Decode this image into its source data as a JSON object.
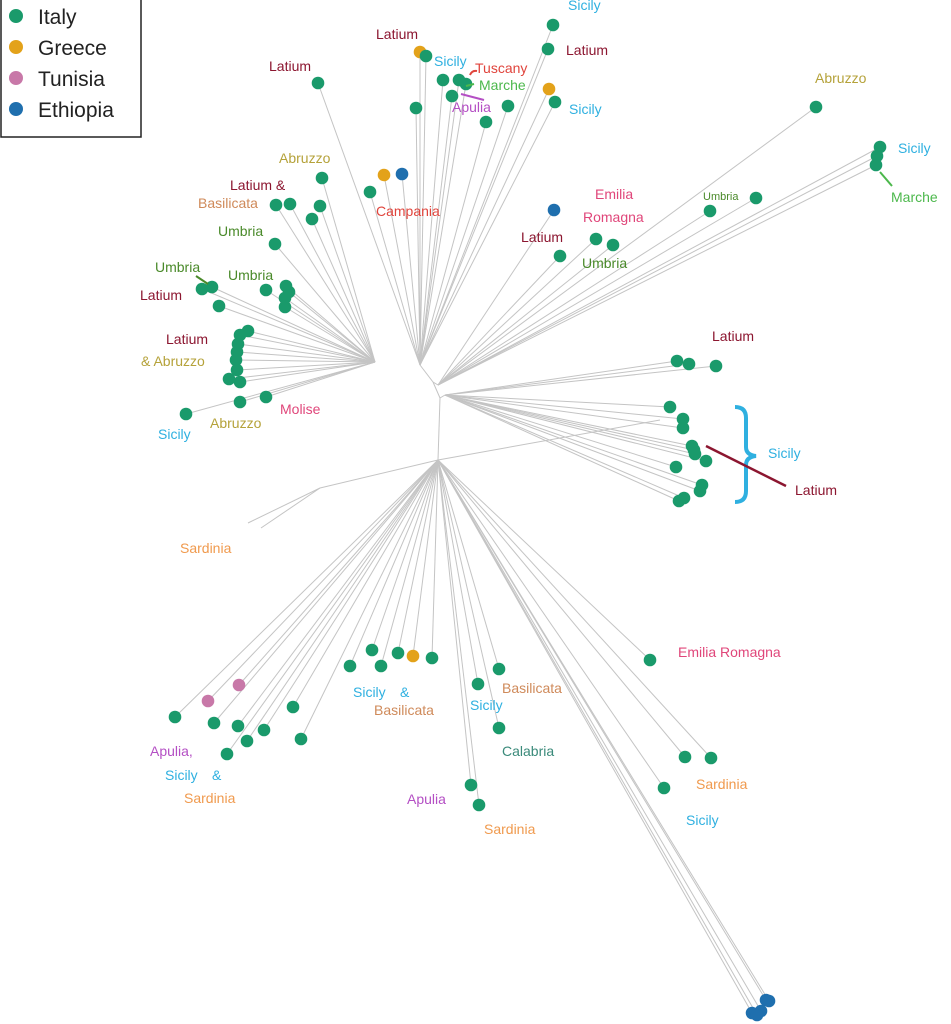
{
  "colors": {
    "Italy": "#1a9a6b",
    "Greece": "#e3a21a",
    "Tunisia": "#c878a8",
    "Ethiopia": "#1f6fae",
    "branch": "#c4c4c4"
  },
  "legend": [
    {
      "label": "Italy",
      "color": "#1a9a6b"
    },
    {
      "label": "Greece",
      "color": "#e3a21a"
    },
    {
      "label": "Tunisia",
      "color": "#c878a8"
    },
    {
      "label": "Ethiopia",
      "color": "#1f6fae"
    }
  ],
  "region_colors": {
    "Sicily": "#2fb0e0",
    "Latium": "#8c1630",
    "Tuscany": "#e0443c",
    "Marche": "#4cb84c",
    "Apulia": "#b44fc4",
    "Abruzzo": "#b5a23a",
    "Umbria": "#4a8a2a",
    "Basilicata": "#cf8a5a",
    "Campania": "#e0443c",
    "Emilia Romagna": "#e0467a",
    "Molise": "#e0467a",
    "Sardinia": "#f09a4e",
    "Calabria": "#3a8a7a"
  },
  "labels": {
    "sicily_top": "Sicily",
    "latium_top_center": "Latium",
    "sicily_center_top": "Sicily",
    "tuscany": "Tuscany",
    "latium_top_right": "Latium",
    "marche_center": "Marche",
    "apulia_center": "Apulia",
    "sicily_top_right": "Sicily",
    "latium_top_left": "Latium",
    "abruzzo_top_right": "Abruzzo",
    "sicily_far_right": "Sicily",
    "marche_far_right": "Marche",
    "abruzzo_left": "Abruzzo",
    "latium_and": "Latium &",
    "basilicata_left": "Basilicata",
    "campania": "Campania",
    "emilia_a": "Emilia",
    "romagna_a": "Romagna",
    "umbria_right_small": "Umbria",
    "latium_center": "Latium",
    "umbria_center_right": "Umbria",
    "umbria_left": "Umbria",
    "umbria_left_a": "Umbria",
    "umbria_left_b": "Umbria",
    "latium_left": "Latium",
    "latium_left_2": "Latium",
    "and_abruzzo": "& Abruzzo",
    "latium_right": "Latium",
    "molise": "Molise",
    "sicily_left": "Sicily",
    "abruzzo_lower_left": "Abruzzo",
    "sicily_right_group": "Sicily",
    "latium_right_lower": "Latium",
    "sardinia_left": "Sardinia",
    "emilia_romagna_b": "Emilia Romagna",
    "sicily_lower_mid": "Sicily",
    "and_mid": "&",
    "basilicata_mid": "Basilicata",
    "basilicata_lower": "Basilicata",
    "sicily_lower": "Sicily",
    "calabria": "Calabria",
    "apulia_lower_left": "Apulia,",
    "sicily_lower_left": "Sicily",
    "and_lower_left": "&",
    "sardinia_lower_left": "Sardinia",
    "apulia_lower": "Apulia",
    "sardinia_lower": "Sardinia",
    "sardinia_lower_right": "Sardinia",
    "sicily_lower_right": "Sicily"
  }
}
